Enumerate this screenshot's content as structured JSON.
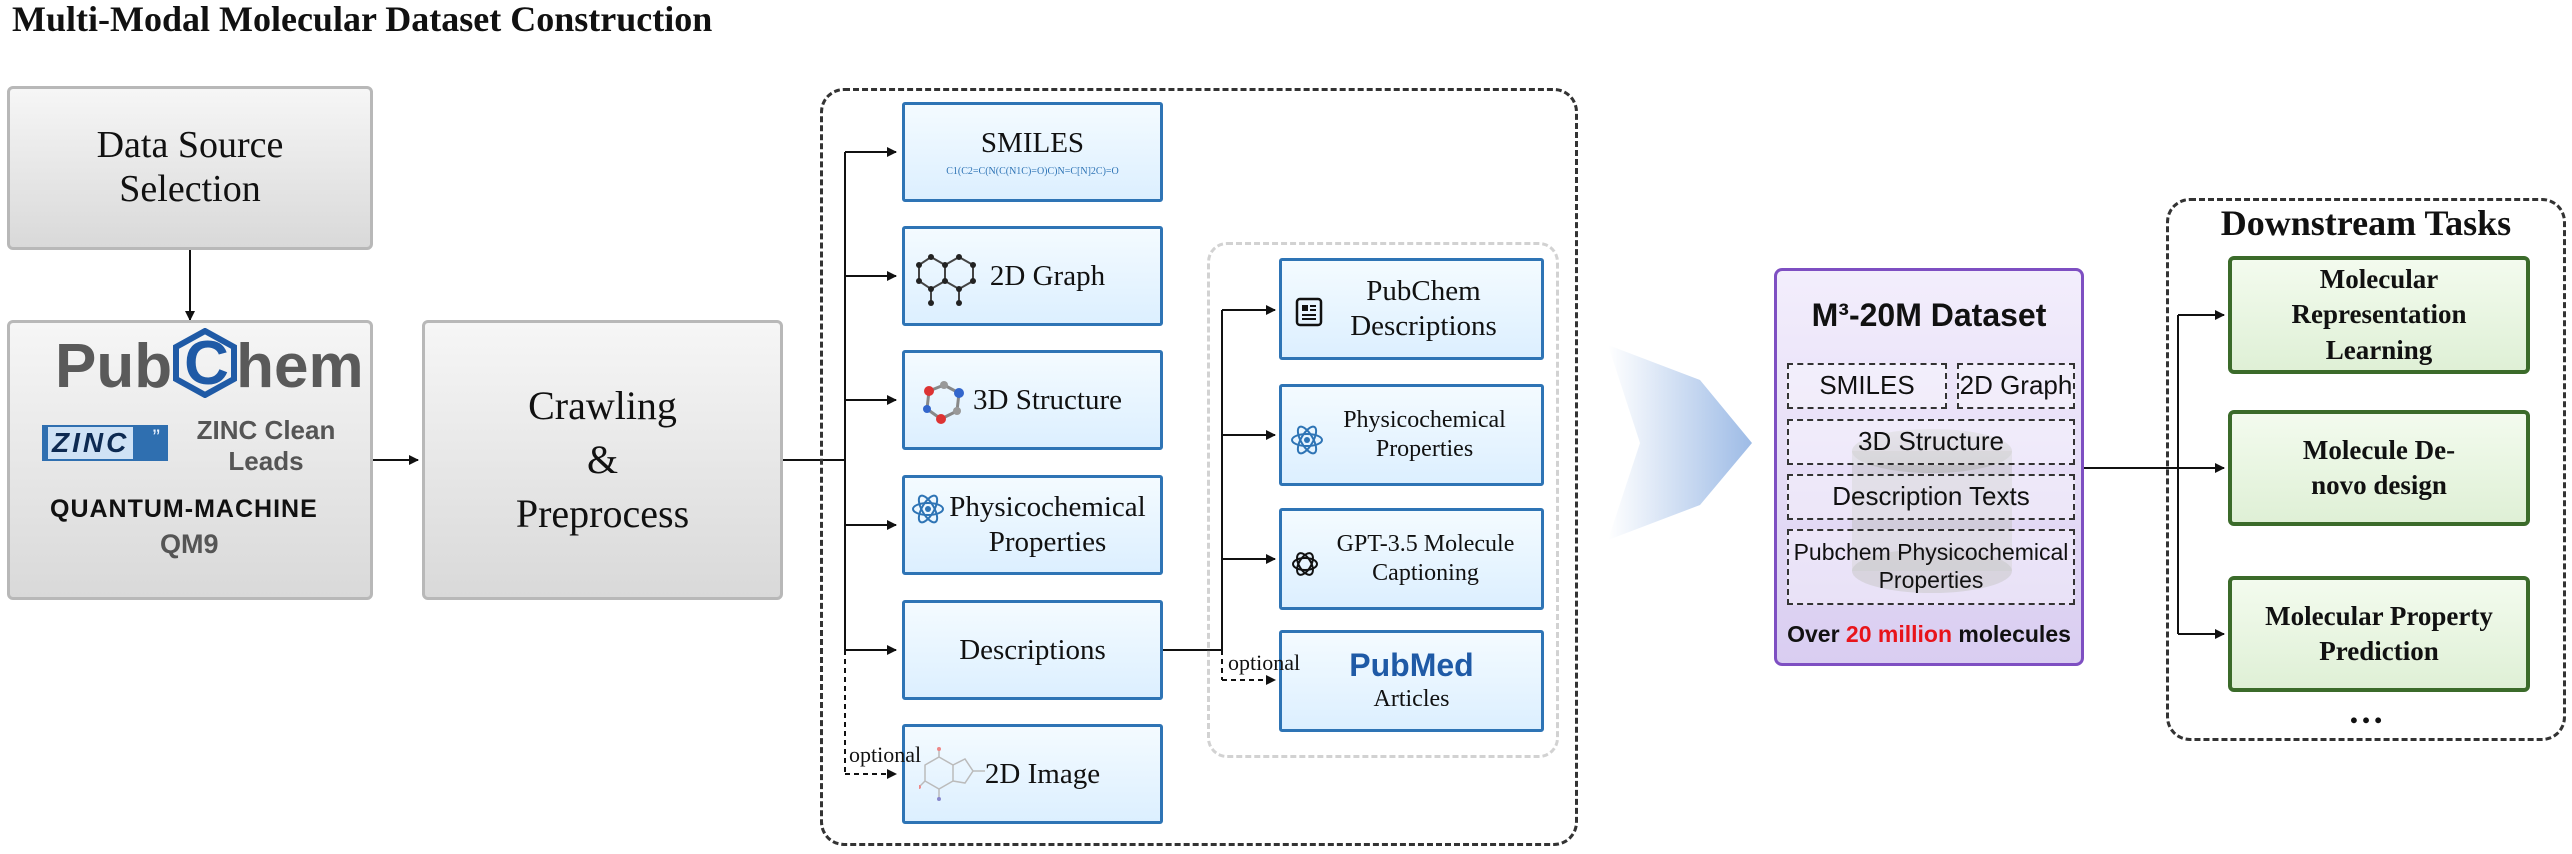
{
  "title": "Multi-Modal Molecular Dataset Construction",
  "source": {
    "selection": "Data Source Selection",
    "pubchem_logo": "PubChem",
    "zinc_logo": "ZINC",
    "zinc_clean_leads": "ZINC Clean Leads",
    "quantum_machine": "QUANTUM-MACHINE",
    "qm9": "QM9"
  },
  "crawling": "Crawling & Preprocess",
  "modalities": {
    "smiles": "SMILES",
    "smiles_string": "C1(C2=C(N(C(N1C)=O)C)N=C[N]2C)=O",
    "graph2d": "2D Graph",
    "structure3d": "3D Structure",
    "physchem": "Physicochemical Properties",
    "descriptions": "Descriptions",
    "image2d": "2D Image",
    "optional_label": "optional"
  },
  "description_sources": {
    "pubchem_desc": "PubChem Descriptions",
    "physchem": "Physicochemical Properties",
    "gpt": "GPT-3.5 Molecule Captioning",
    "pubmed_logo": "PubMed",
    "articles": "Articles",
    "optional_label": "optional"
  },
  "dataset": {
    "title": "M³-20M Dataset",
    "cells": [
      "SMILES",
      "2D Graph",
      "3D Structure",
      "Description Texts",
      "Pubchem Physicochemical Properties"
    ],
    "footer_prefix": "Over ",
    "footer_highlight": "20 million",
    "footer_suffix": " molecules"
  },
  "downstream": {
    "title": "Downstream Tasks",
    "tasks": [
      "Molecular Representation Learning",
      "Molecule De-novo design",
      "Molecular Property Prediction"
    ],
    "ellipsis": "…"
  },
  "colors": {
    "blue_border": "#2e74b5",
    "green_border": "#3b6b2a",
    "purple_border": "#7e4fc2",
    "highlight_red": "#e8141b",
    "pubchem_blue": "#1f5aa6"
  },
  "icons": [
    "molecule-graph-icon",
    "molecule-3d-icon",
    "atom-icon",
    "molecule-image-icon",
    "document-icon",
    "openai-icon"
  ]
}
